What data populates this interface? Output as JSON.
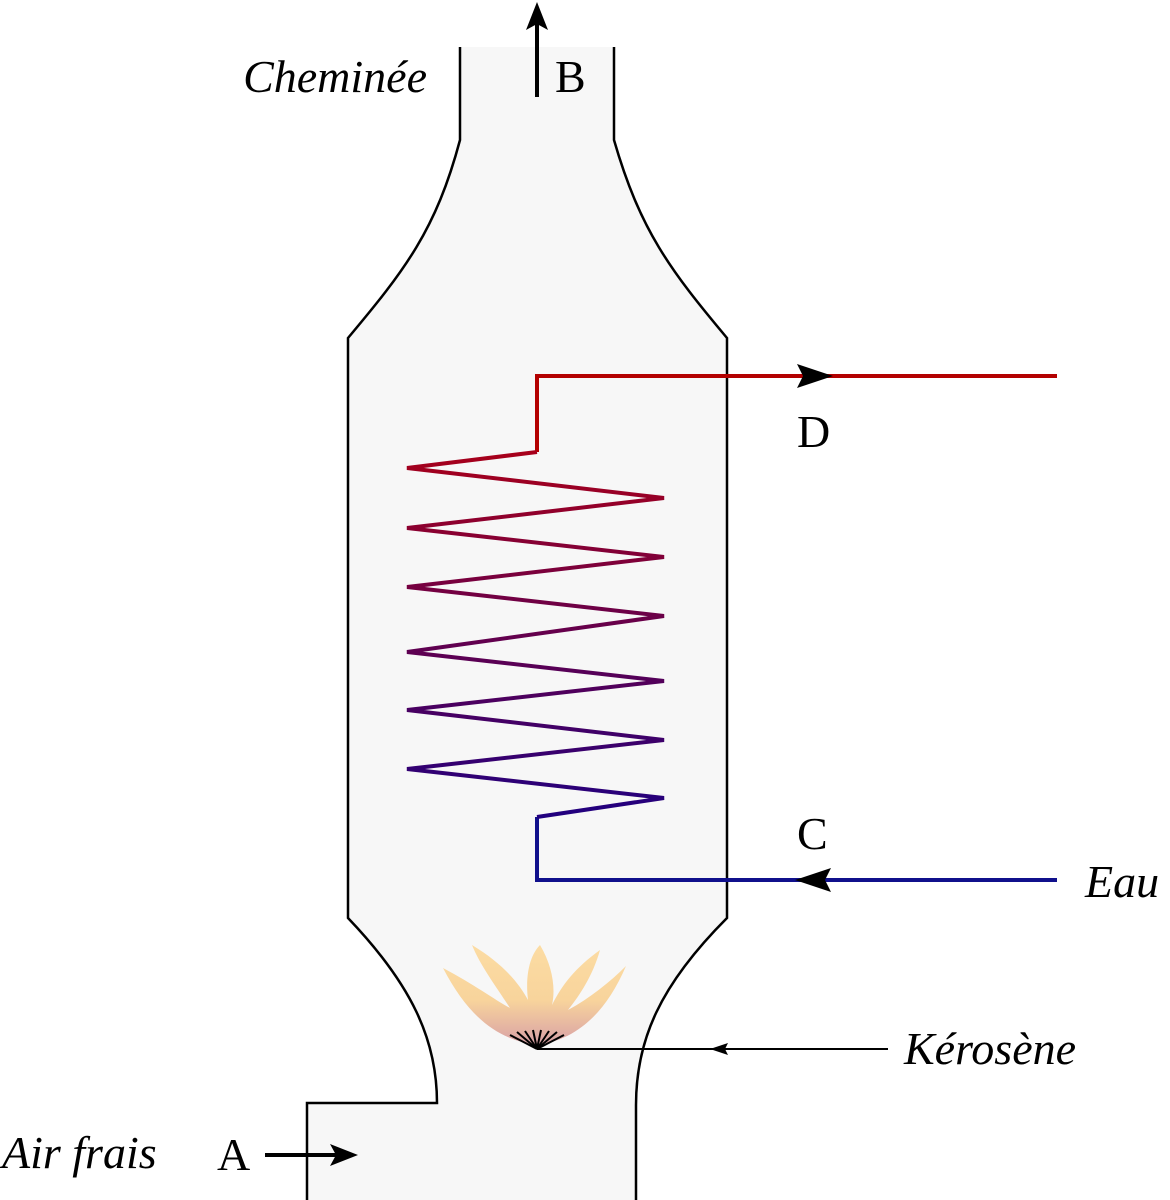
{
  "labels": {
    "chimney": "Cheminée",
    "water": "Eau",
    "kerosene": "Kérosène",
    "fresh_air": "Air frais"
  },
  "points": {
    "A": "A",
    "B": "B",
    "C": "C",
    "D": "D"
  },
  "colors": {
    "body_fill": "#f7f7f7",
    "outline": "#000000",
    "hot_water": "#b30000",
    "cold_water": "#10108c",
    "flame_top": "#fbd79a",
    "flame_bottom": "#d7a3a3"
  }
}
